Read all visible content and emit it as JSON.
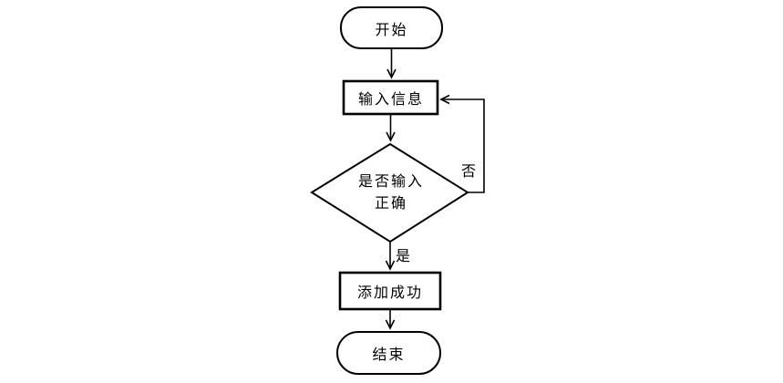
{
  "diagram": {
    "type": "flowchart",
    "nodes": {
      "start": {
        "label": "开始",
        "shape": "terminator"
      },
      "input": {
        "label": "输入信息",
        "shape": "process"
      },
      "decision": {
        "label_line1": "是否输入",
        "label_line2": "正确",
        "shape": "decision"
      },
      "success": {
        "label": "添加成功",
        "shape": "process"
      },
      "end": {
        "label": "结束",
        "shape": "terminator"
      }
    },
    "edges": {
      "start_to_input": {
        "label": ""
      },
      "input_to_decision": {
        "label": ""
      },
      "decision_no_loop": {
        "label": "否"
      },
      "decision_yes": {
        "label": "是"
      },
      "success_to_end": {
        "label": ""
      }
    },
    "colors": {
      "stroke": "#000000",
      "fill": "#ffffff",
      "background": "#ffffff"
    }
  }
}
